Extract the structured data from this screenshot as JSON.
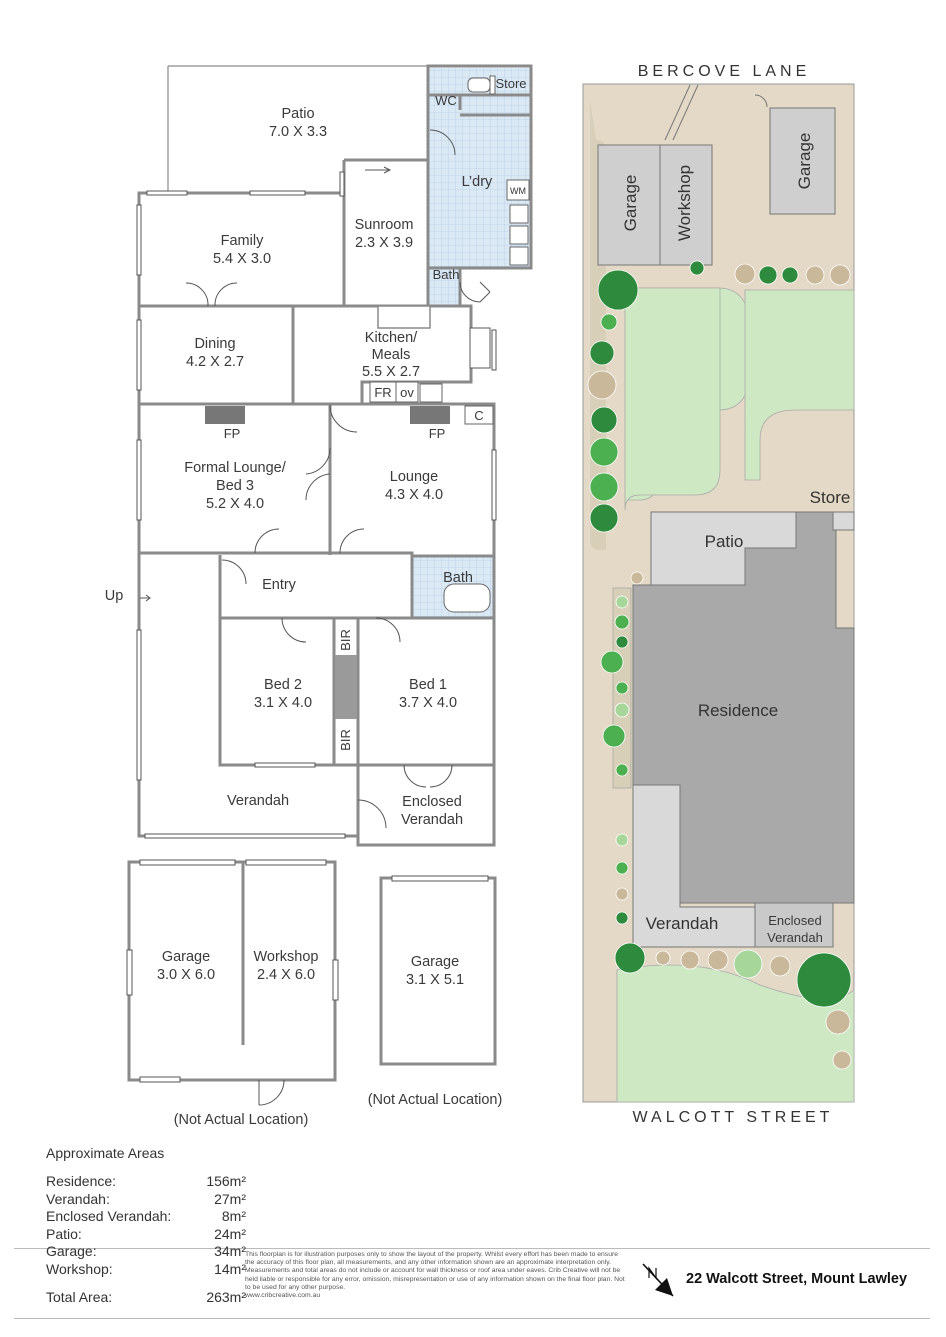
{
  "rooms": {
    "patio": {
      "name": "Patio",
      "size": "7.0 X 3.3"
    },
    "wc": "WC",
    "store": "Store",
    "laundry": "L’dry",
    "wm": "WM",
    "family": {
      "name": "Family",
      "size": "5.4 X 3.0"
    },
    "sunroom": {
      "name": "Sunroom",
      "size": "2.3 X 3.9"
    },
    "bath_upper": "Bath",
    "dining": {
      "name": "Dining",
      "size": "4.2 X 2.7"
    },
    "kitchen": {
      "line1": "Kitchen/",
      "line2": "Meals",
      "size": "5.5 X 2.7"
    },
    "fr": "FR",
    "ov": "ov",
    "fp1": "FP",
    "fp2": "FP",
    "c": "C",
    "formal_lounge": {
      "line1": "Formal Lounge/",
      "line2": "Bed 3",
      "size": "5.2 X 4.0"
    },
    "lounge": {
      "name": "Lounge",
      "size": "4.3 X 4.0"
    },
    "up": "Up",
    "entry": "Entry",
    "bath_lower": "Bath",
    "bir1": "BIR",
    "bir2": "BIR",
    "bed2": {
      "name": "Bed 2",
      "size": "3.1 X 4.0"
    },
    "bed1": {
      "name": "Bed 1",
      "size": "3.7 X 4.0"
    },
    "verandah": "Verandah",
    "enclosed_verandah": {
      "line1": "Enclosed",
      "line2": "Verandah"
    },
    "garage_a": {
      "name": "Garage",
      "size": "3.0 X 6.0"
    },
    "workshop": {
      "name": "Workshop",
      "size": "2.4 X 6.0"
    },
    "garage_b": {
      "name": "Garage",
      "size": "3.1 X 5.1"
    },
    "not_actual_1": "(Not Actual Location)",
    "not_actual_2": "(Not Actual Location)"
  },
  "site": {
    "top_street": "BERCOVE LANE",
    "bottom_street": "WALCOTT STREET",
    "garage1": "Garage",
    "workshop": "Workshop",
    "garage2": "Garage",
    "store": "Store",
    "patio": "Patio",
    "residence": "Residence",
    "verandah": "Verandah",
    "enclosed_line1": "Enclosed",
    "enclosed_line2": "Verandah"
  },
  "areas": {
    "title": "Approximate Areas",
    "rows": [
      {
        "label": "Residence:",
        "value": "156m²"
      },
      {
        "label": "Verandah:",
        "value": "27m²"
      },
      {
        "label": "Enclosed Verandah:",
        "value": "8m²"
      },
      {
        "label": "Patio:",
        "value": "24m²"
      },
      {
        "label": "Garage:",
        "value": "34m²"
      },
      {
        "label": "Workshop:",
        "value": "14m²"
      }
    ],
    "total": {
      "label": "Total Area:",
      "value": "263m²"
    }
  },
  "disclaimer": "This floorplan is for illustration purposes only to show the layout of the property. Whilst every effort has been made to ensure the accuracy of this floor plan, all measurements, and any other information shown are an approximate interpretation only. Measurements and total areas do not include or account for wall thickness or roof area under eaves. Crib Creative will not be held liable or responsible for any error, omission, misrepresentation or use of any information shown on the final floor plan. Not to be used for any other purpose.",
  "website": "www.cribcreative.com.au",
  "address": "22 Walcott Street, Mount Lawley",
  "icons": {
    "north": "north-arrow-icon"
  },
  "colors": {
    "wall": "#8a8a8a",
    "tile": "#dbe9f5",
    "grass": "#cfe8c4",
    "paving": "#e3d9c6",
    "building": "#a9a9a9",
    "outbuilding": "#cfcfcf",
    "tree": "#2e8b3e"
  }
}
